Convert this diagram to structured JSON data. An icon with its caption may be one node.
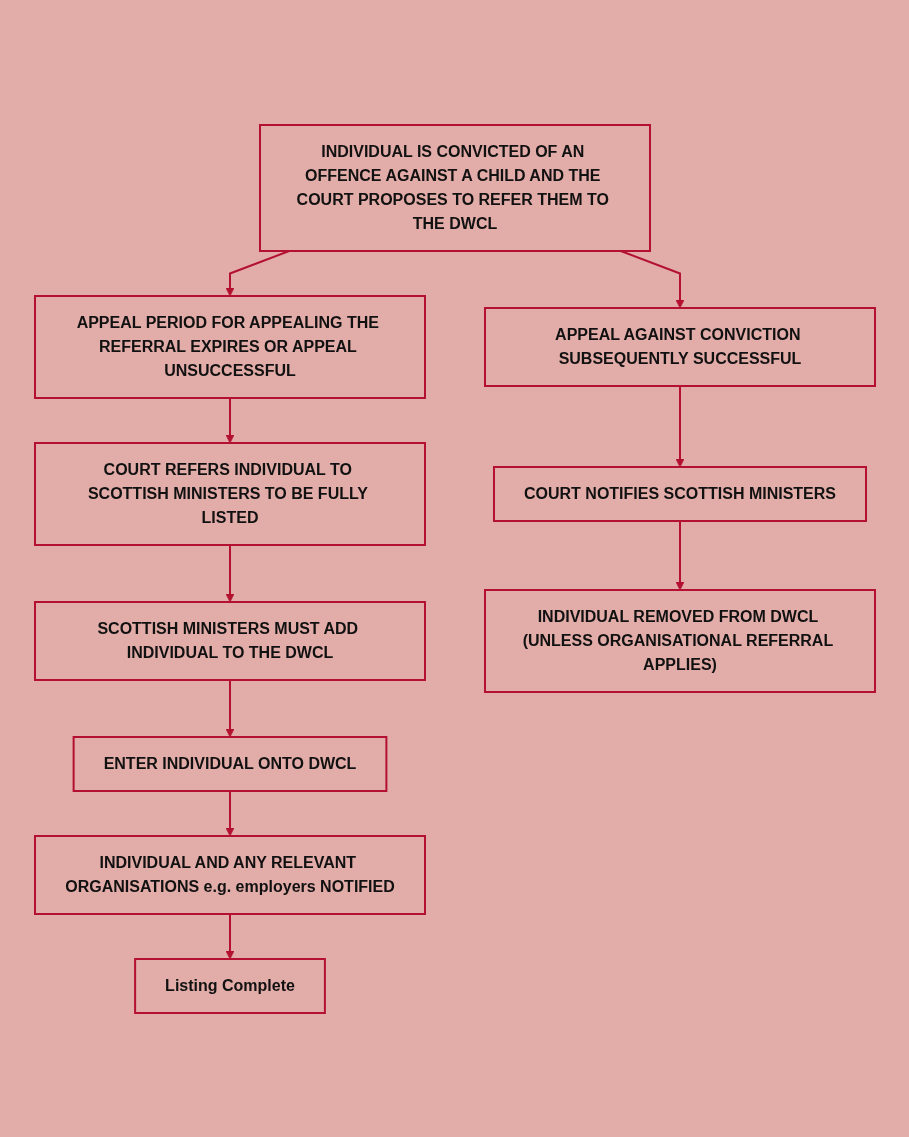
{
  "diagram": {
    "nodes": [
      {
        "text": [
          "INDIVIDUAL IS CONVICTED OF AN OFFENCE AGAINST A CHILD AND THE COURT PROPOSES TO REFER THEM TO THE DWCL"
        ]
      },
      {
        "text": [
          "APPEAL PERIOD FOR APPEALING THE REFERRAL EXPIRES OR APPEAL UNSUCCESSFUL"
        ]
      },
      {
        "text": [
          "APPEAL AGAINST CONVICTION SUBSEQUENTLY SUCCESSFUL"
        ]
      },
      {
        "text": [
          "COURT REFERS INDIVIDUAL TO SCOTTISH MINISTERS TO BE FULLY LISTED"
        ]
      },
      {
        "text": [
          "COURT NOTIFIES SCOTTISH MINISTERS"
        ]
      },
      {
        "text": [
          "SCOTTISH MINISTERS MUST ADD INDIVIDUAL TO THE DWCL"
        ]
      },
      {
        "text": [
          "INDIVIDUAL REMOVED FROM DWCL (UNLESS ORGANISATIONAL REFERRAL APPLIES)"
        ]
      },
      {
        "text": [
          "ENTER INDIVIDUAL ONTO DWCL"
        ]
      },
      {
        "text": [
          "INDIVIDUAL AND ANY RELEVANT ORGANISATIONS e.g. employers NOTIFIED"
        ]
      },
      {
        "text": [
          "Listing Complete"
        ]
      }
    ],
    "edges": [
      {
        "from": 0,
        "to": 1,
        "arrow": "to"
      },
      {
        "from": 0,
        "to": 2,
        "arrow": "to"
      },
      {
        "from": 1,
        "to": 3,
        "arrow": "to"
      },
      {
        "from": 2,
        "to": 4,
        "arrow": "to"
      },
      {
        "from": 3,
        "to": 5,
        "arrow": "to"
      },
      {
        "from": 4,
        "to": 6,
        "arrow": "to"
      },
      {
        "from": 5,
        "to": 7,
        "arrow": "to"
      },
      {
        "from": 7,
        "to": 8,
        "arrow": "to"
      },
      {
        "from": 8,
        "to": 9,
        "arrow": "to"
      }
    ]
  }
}
